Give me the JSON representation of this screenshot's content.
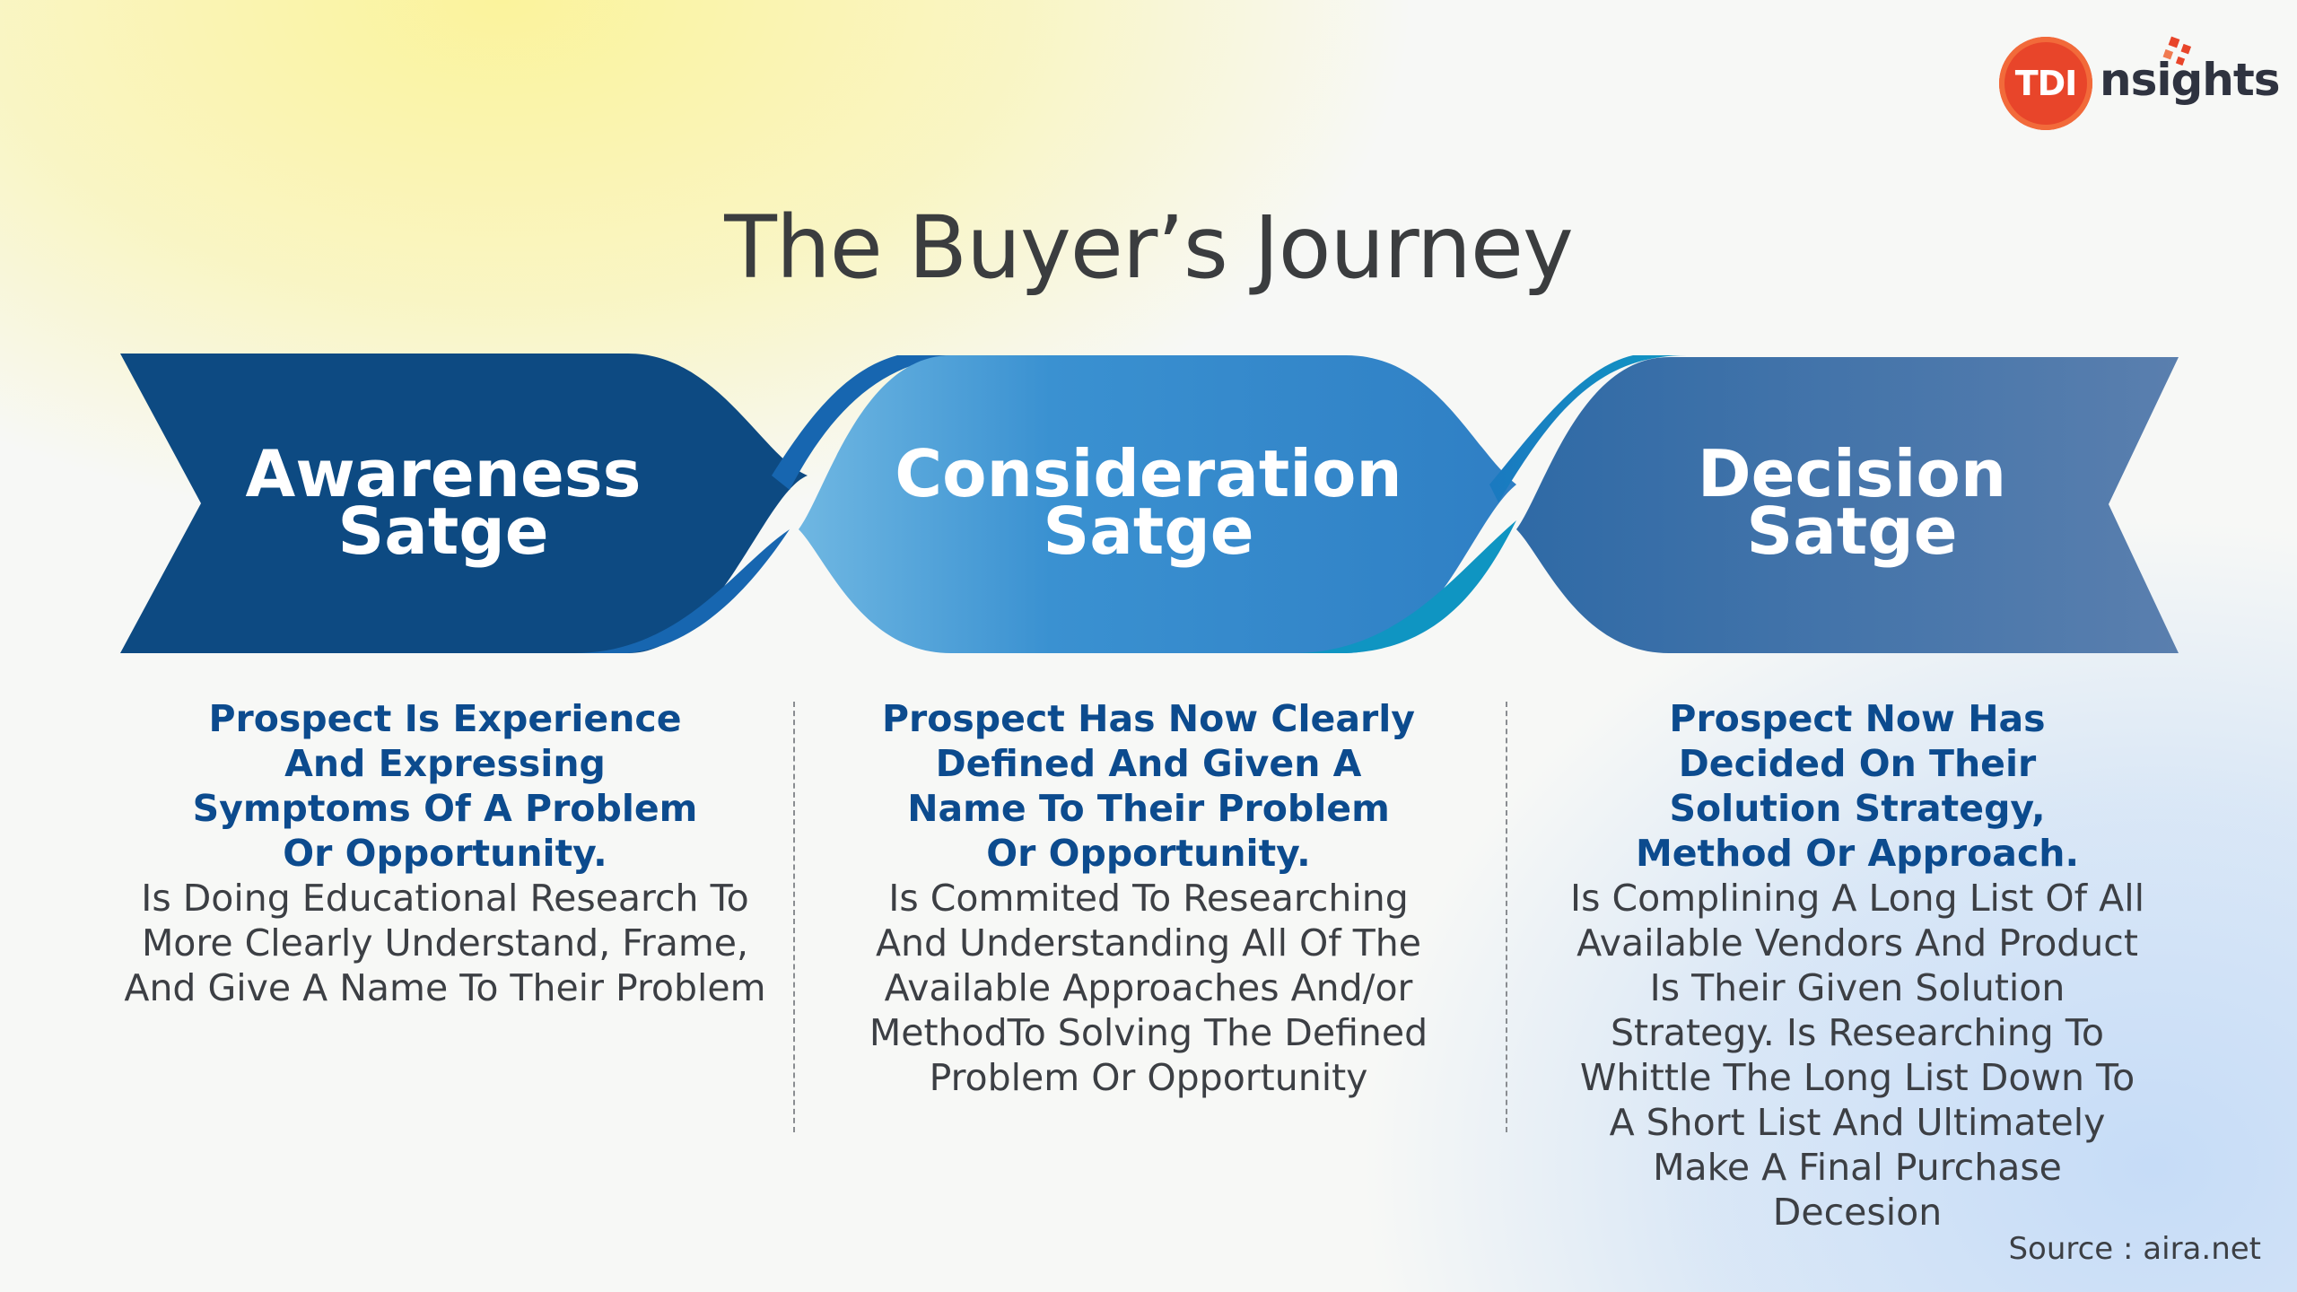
{
  "logo": {
    "badge": "TDI",
    "word": "nsights"
  },
  "title": "The Buyer’s Journey",
  "stages": [
    {
      "title_line1": "Awareness",
      "title_line2": "Satge",
      "lead": "Prospect Is Experience And Expressing Symptoms Of A Problem Or Opportunity.",
      "body": "Is Doing Educational Research To More Clearly Understand, Frame, And Give A Name To Their Problem"
    },
    {
      "title_line1": "Consideration",
      "title_line2": "Satge",
      "lead": "Prospect Has Now Clearly Defined And Given A Name To Their Problem Or Opportunity.",
      "body": "Is Commited To Researching And Understanding All Of The Available Approaches And/or MethodTo Solving The Defined Problem Or Opportunity"
    },
    {
      "title_line1": "Decision",
      "title_line2": "Satge",
      "lead": "Prospect Now Has Decided On Their Solution Strategy, Method Or Approach.",
      "body": "Is Complining A Long List Of All Available Vendors And Product Is Their Given Solution Strategy. Is Researching To Whittle The Long List Down To A Short List And Ultimately Make A Final Purchase Decesion"
    }
  ],
  "source": "Source : aira.net",
  "colors": {
    "awareness": "#0d4a82",
    "consideration": "#3a8fd0",
    "decision": "#4a74a8",
    "accent_teal": "#0e8fc0",
    "lead_text": "#0c4b8e"
  }
}
